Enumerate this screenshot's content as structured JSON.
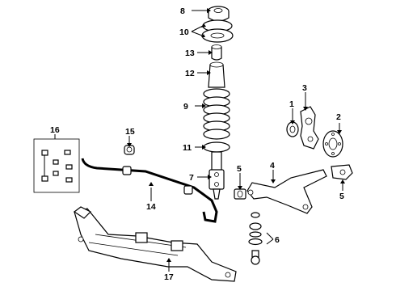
{
  "diagram": {
    "callouts": {
      "c1": "1",
      "c2": "2",
      "c3": "3",
      "c4": "4",
      "c5a": "5",
      "c5b": "5",
      "c6": "6",
      "c7": "7",
      "c8": "8",
      "c9": "9",
      "c10": "10",
      "c11": "11",
      "c12": "12",
      "c13": "13",
      "c14": "14",
      "c15": "15",
      "c16": "16",
      "c17": "17"
    }
  }
}
